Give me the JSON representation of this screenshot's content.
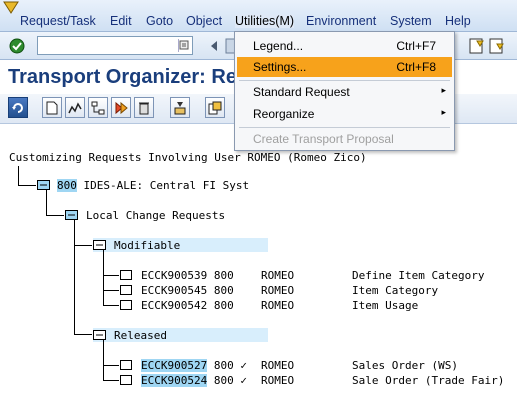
{
  "menubar": {
    "items": [
      {
        "label": "Request/Task"
      },
      {
        "label": "Edit"
      },
      {
        "label": "Goto"
      },
      {
        "label": "Object"
      },
      {
        "label": "Utilities(M)"
      },
      {
        "label": "Environment"
      },
      {
        "label": "System"
      },
      {
        "label": "Help"
      }
    ]
  },
  "toolbar": {
    "command_field_value": ""
  },
  "title": "Transport Organizer: Re",
  "dropdown": {
    "items": [
      {
        "label": "Legend...",
        "shortcut": "Ctrl+F7",
        "state": "normal"
      },
      {
        "label": "Settings...",
        "shortcut": "Ctrl+F8",
        "state": "selected"
      },
      {
        "label": "Standard Request",
        "shortcut": "",
        "state": "submenu"
      },
      {
        "label": "Reorganize",
        "shortcut": "",
        "state": "submenu"
      },
      {
        "label": "Create Transport Proposal",
        "shortcut": "",
        "state": "disabled"
      }
    ]
  },
  "tree": {
    "root": "Customizing Requests Involving User ROMEO (Romeo Zico)",
    "client": {
      "id": "800",
      "text": "IDES-ALE: Central FI Syst"
    },
    "local": "Local Change Requests",
    "modifiable": {
      "label": "Modifiable",
      "rows": [
        {
          "req": "ECCK900539",
          "client": "800",
          "flag": "",
          "user": "ROMEO",
          "desc": "Define Item Category"
        },
        {
          "req": "ECCK900545",
          "client": "800",
          "flag": "",
          "user": "ROMEO",
          "desc": "Item Category"
        },
        {
          "req": "ECCK900542",
          "client": "800",
          "flag": "",
          "user": "ROMEO",
          "desc": "Item Usage"
        }
      ]
    },
    "released": {
      "label": "Released",
      "rows": [
        {
          "req": "ECCK900527",
          "client": "800",
          "flag": "✓",
          "user": "ROMEO",
          "desc": "Sales Order (WS)"
        },
        {
          "req": "ECCK900524",
          "client": "800",
          "flag": "✓",
          "user": "ROMEO",
          "desc": "Sale Order (Trade Fair)"
        }
      ]
    }
  },
  "colors": {
    "menu_selected": "#f7a21b",
    "title": "#1a3e7c",
    "highlight": "#9fd6f3"
  }
}
